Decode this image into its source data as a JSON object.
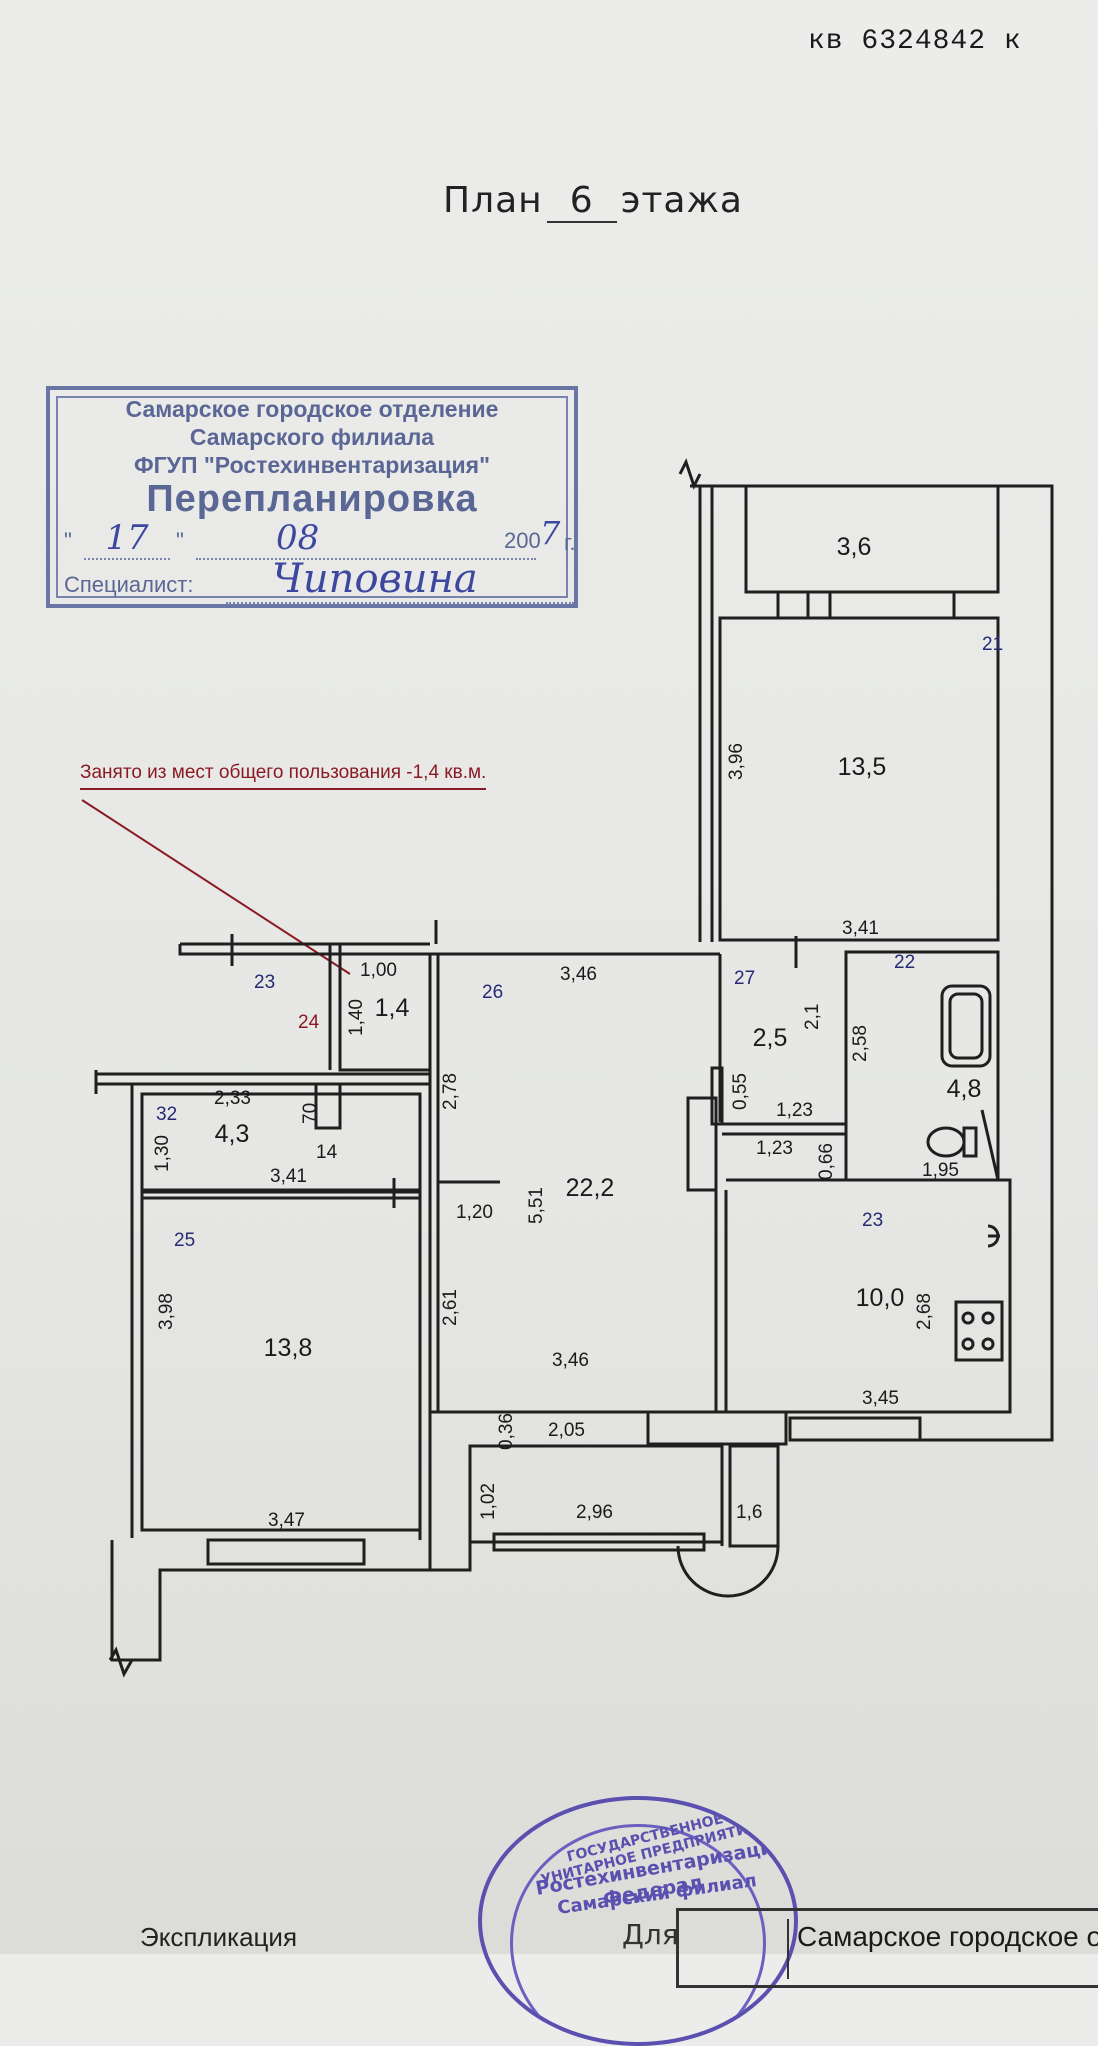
{
  "document": {
    "ref_number": "кв 6324842 к",
    "title_prefix": "План",
    "floor_number": "6",
    "title_suffix": "этажа"
  },
  "stamp": {
    "line1": "Самарское городское отделение",
    "line2": "Самарского филиала",
    "line3": "ФГУП \"Ростехинвентаризация\"",
    "heading": "Перепланировка",
    "quote_open": "\"",
    "day_handwritten": "17",
    "quote_close": "\"",
    "month_handwritten": "08",
    "year_printed": "200",
    "year_handwritten": "7",
    "year_suffix": "г.",
    "specialist_label": "Специалист:",
    "specialist_signature": "Чиповина"
  },
  "annotation": {
    "note": "Занято из мест общего пользования -1,4 кв.м."
  },
  "rooms": [
    {
      "id": "21",
      "area": "13,5"
    },
    {
      "id": "balcony-top",
      "area": "3,6"
    },
    {
      "id": "26",
      "area": "22,2"
    },
    {
      "id": "27",
      "area": "2,5"
    },
    {
      "id": "22",
      "area": "4,8"
    },
    {
      "id": "23",
      "area": "10,0"
    },
    {
      "id": "24",
      "area": "1,4"
    },
    {
      "id": "32",
      "area": "4,3"
    },
    {
      "id": "25",
      "area": "13,8"
    }
  ],
  "room_numbers": [
    "21",
    "22",
    "23",
    "23",
    "24",
    "25",
    "26",
    "27",
    "32",
    "14",
    "70"
  ],
  "dimensions": [
    "3,96",
    "3,41",
    "1,00",
    "1,40",
    "3,46",
    "2,1",
    "2,58",
    "0,55",
    "1,23",
    "1,23",
    "0,66",
    "1,95",
    "2,33",
    "1,30",
    "3,41",
    "2,78",
    "5,51",
    "1,20",
    "2,61",
    "3,46",
    "2,68",
    "3,45",
    "3,98",
    "3,47",
    "0,36",
    "2,05",
    "1,02",
    "2,96",
    "1,6"
  ],
  "footer": {
    "explication": "Экспликация",
    "seal_line1": "ГОСУДАРСТВЕННОЕ УНИТАРНОЕ ПРЕДПРИЯТИЕ",
    "seal_line2": "Ростехинвентаризация-Федерал",
    "seal_line3": "Самарский филиал",
    "seal_word": "Для",
    "box_text": "Самарское городское о"
  },
  "colors": {
    "paper": "#e8e9e6",
    "stamp_blue": "#5f6d9e",
    "ink_blue": "#2f3a9a",
    "note_red": "#8a1a24",
    "seal_violet": "#5b4fb0"
  }
}
